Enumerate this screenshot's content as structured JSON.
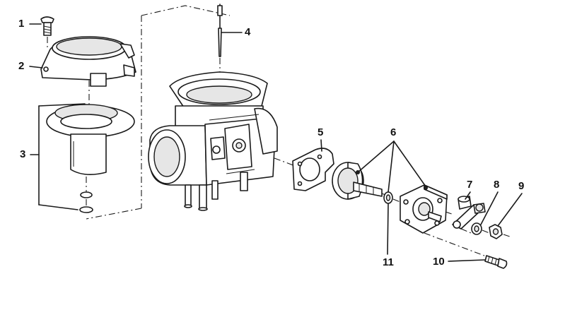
{
  "callouts": [
    {
      "id": "c1",
      "label": "1"
    },
    {
      "id": "c2",
      "label": "2"
    },
    {
      "id": "c3",
      "label": "3"
    },
    {
      "id": "c4",
      "label": "4"
    },
    {
      "id": "c5",
      "label": "5"
    },
    {
      "id": "c6",
      "label": "6"
    },
    {
      "id": "c7",
      "label": "7"
    },
    {
      "id": "c8",
      "label": "8"
    },
    {
      "id": "c9",
      "label": "9"
    },
    {
      "id": "c10",
      "label": "10"
    },
    {
      "id": "c11",
      "label": "11"
    }
  ]
}
